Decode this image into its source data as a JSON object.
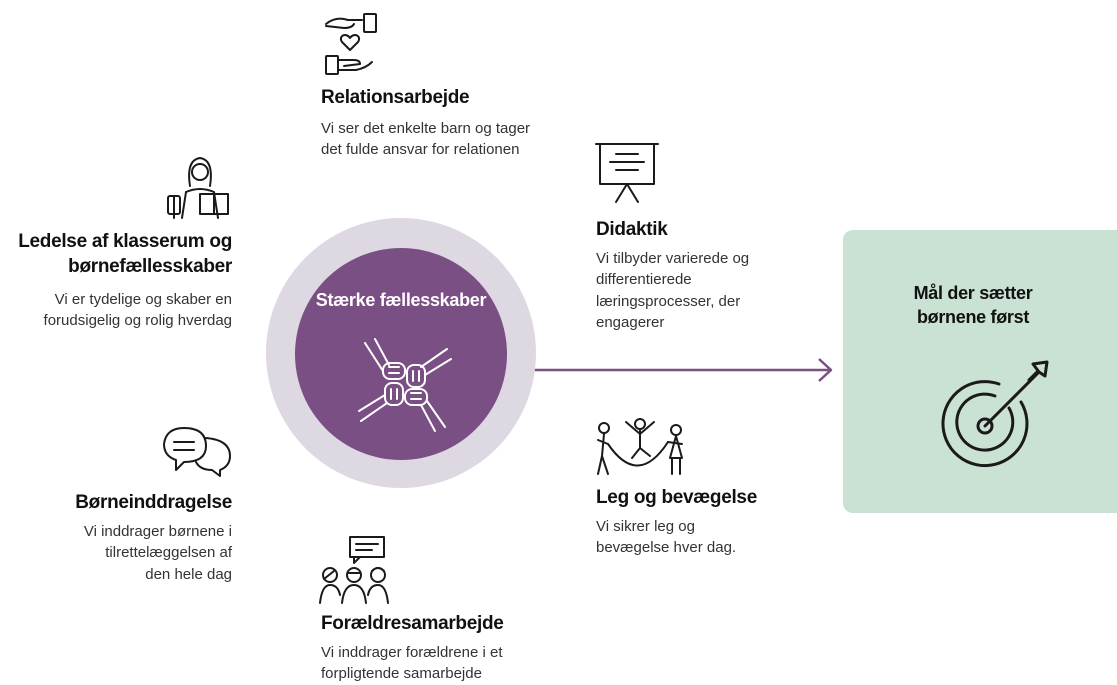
{
  "center": {
    "label": "Stærke fællesskaber"
  },
  "goal": {
    "title": "Mål der sætter\nbørnene først"
  },
  "items": {
    "relationsarbejde": {
      "title": "Relationsarbejde",
      "desc": "Vi ser det enkelte barn og tager\ndet fulde ansvar for relationen"
    },
    "didaktik": {
      "title": "Didaktik",
      "desc": "Vi tilbyder varierede og\ndifferentierede\nlæringsprocesser, der\nengagerer"
    },
    "ledelse": {
      "title": "Ledelse af klasserum og\nbørnefællesskaber",
      "desc": "Vi er tydelige og skaber en\nforudsigelig og rolig hverdag"
    },
    "boerneinddragelse": {
      "title": "Børneinddragelse",
      "desc": "Vi inddrager børnene i\ntilrettelæggelsen af\nden hele dag"
    },
    "leg": {
      "title": "Leg og bevægelse",
      "desc": "Vi sikrer leg og\nbevægelse hver dag."
    },
    "foraeldre": {
      "title": "Forældresamarbejde",
      "desc": "Vi inddrager forældrene i et\nforpligtende samarbejde"
    }
  },
  "colors": {
    "purple": "#7a4f84",
    "ring": "#ded8e3",
    "goal_bg": "#c9e2d3",
    "arrow": "#7a4f84"
  },
  "icons": {
    "relationsarbejde": "hands-heart-icon",
    "didaktik": "presentation-board-icon",
    "ledelse": "teacher-reading-icon",
    "boerneinddragelse": "chat-bubbles-icon",
    "leg": "children-jump-rope-icon",
    "foraeldre": "parents-meeting-icon",
    "center": "joined-hands-icon",
    "goal": "target-arrow-icon"
  }
}
